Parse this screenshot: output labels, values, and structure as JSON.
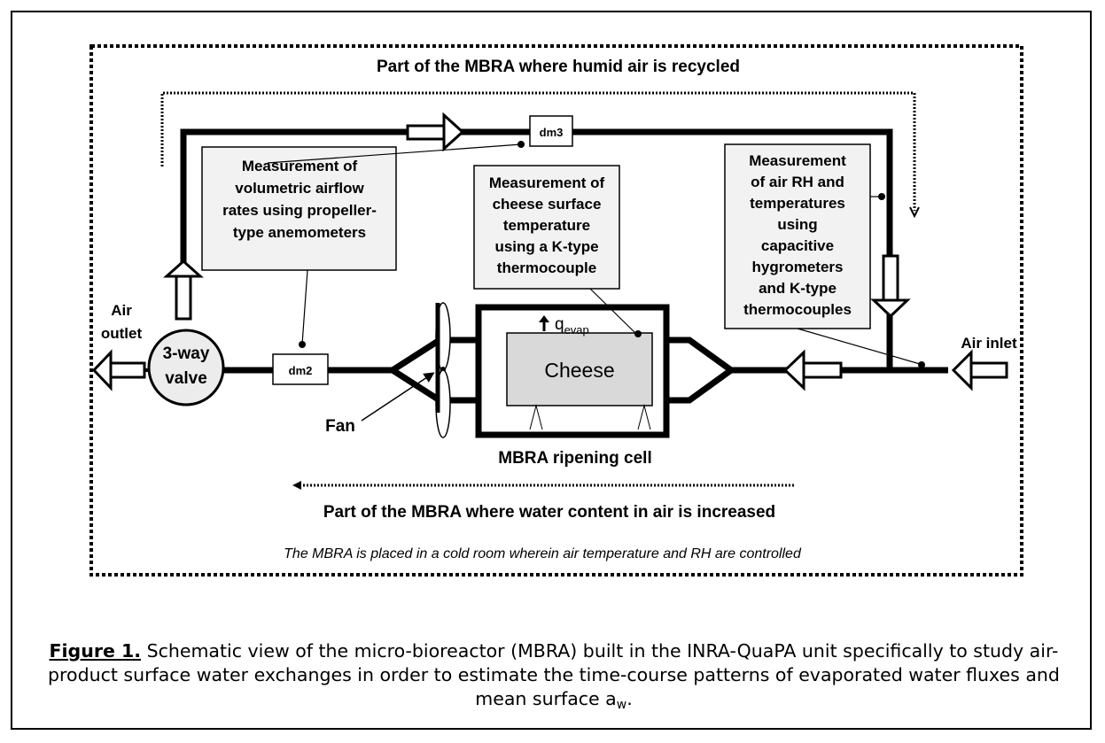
{
  "diagram": {
    "labels": {
      "recycle_title": "Part of the MBRA where humid air is recycled",
      "water_title": "Part of the MBRA where water content in air is increased",
      "cold_room_note": "The MBRA is placed in a cold room wherein air temperature and RH are controlled",
      "dm3": "dm3",
      "dm2": "dm2",
      "valve_line1": "3-way",
      "valve_line2": "valve",
      "air_outlet_line1": "Air",
      "air_outlet_line2": "outlet",
      "air_inlet": "Air inlet",
      "fan": "Fan",
      "cheese": "Cheese",
      "cell": "MBRA ripening cell",
      "q_main": "q",
      "q_sub": "evap"
    },
    "boxes": {
      "airflow": [
        "Measurement of",
        "volumetric airflow",
        "rates using propeller-",
        "type anemometers"
      ],
      "cheese_temp": [
        "Measurement of",
        "cheese surface",
        "temperature",
        "using a K-type",
        "thermocouple"
      ],
      "rh": [
        "Measurement",
        "of air RH and",
        "temperatures",
        "using",
        "capacitive",
        "hygrometers",
        "and K-type",
        "thermocouples"
      ]
    }
  },
  "caption": {
    "label": "Figure 1.",
    "text": "Schematic view of the micro-bioreactor (MBRA) built in the INRA-QuaPA unit specifically to study air-product surface water exchanges in order to estimate the time-course patterns of evaporated water fluxes and mean surface a",
    "sub": "w",
    "end": "."
  }
}
